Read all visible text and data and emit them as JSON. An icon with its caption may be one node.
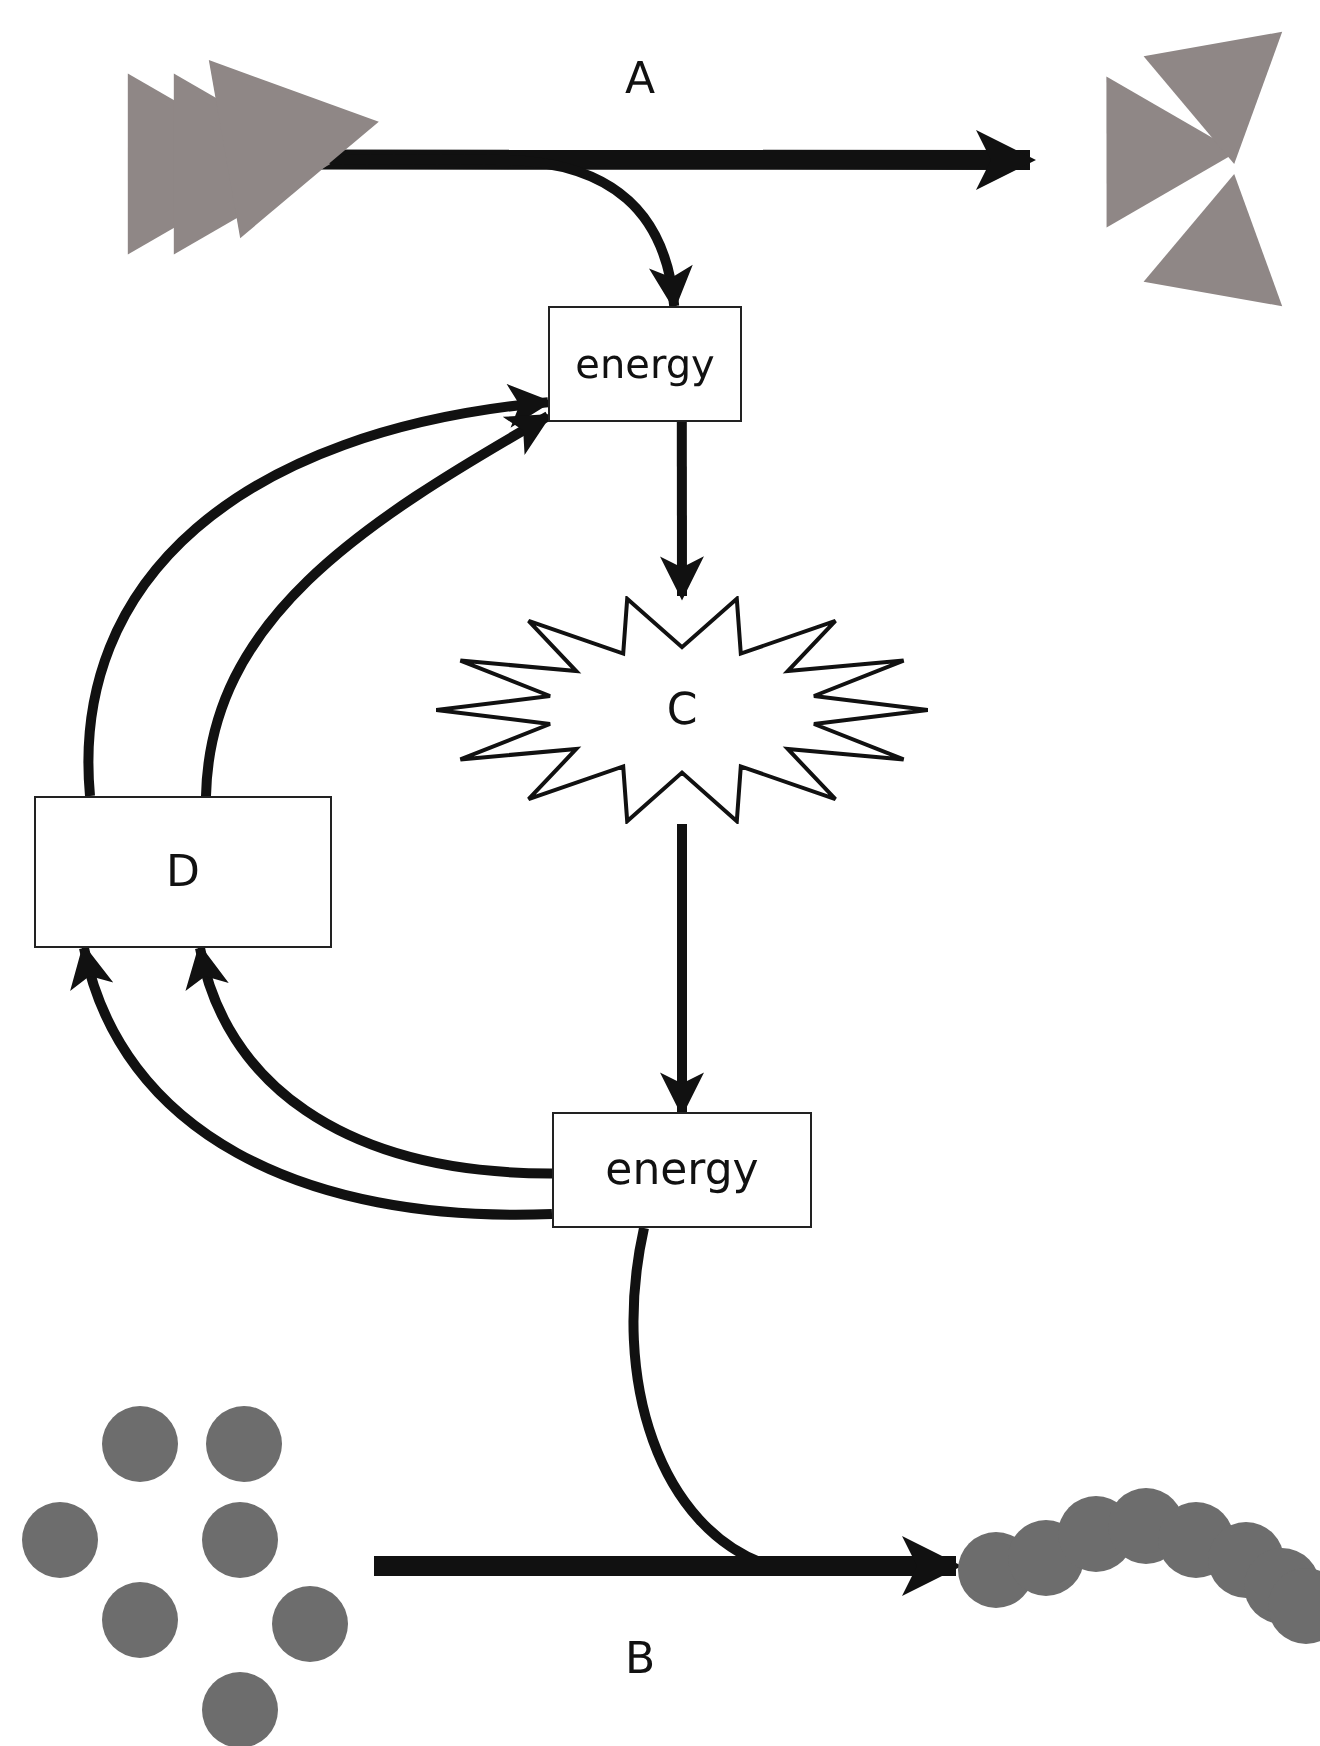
{
  "diagram": {
    "nodes": [
      {
        "text": [],
        "shape": "triangle"
      },
      {
        "text": [],
        "shape": "triangle"
      },
      {
        "text": [
          "energy"
        ]
      },
      {
        "text": [
          "C"
        ]
      },
      {
        "text": [
          "energy"
        ]
      },
      {
        "text": [
          "D"
        ]
      },
      {
        "text": [],
        "shape": "circle"
      },
      {
        "text": [],
        "shape": "circle"
      }
    ],
    "edges": [
      {
        "from": 0,
        "to": 1,
        "arrow": "to",
        "label": "A",
        "style": "thick"
      },
      {
        "from": 0,
        "to": 2,
        "arrow": "to"
      },
      {
        "from": 2,
        "to": 3,
        "arrow": "to"
      },
      {
        "from": 3,
        "to": 4,
        "arrow": "to"
      },
      {
        "from": 5,
        "to": 2,
        "arrow": "to"
      },
      {
        "from": 5,
        "to": 2,
        "arrow": "to"
      },
      {
        "from": 4,
        "to": 5,
        "arrow": "to"
      },
      {
        "from": 4,
        "to": 5,
        "arrow": "to"
      },
      {
        "from": 4,
        "to": 7,
        "arrow": "to"
      },
      {
        "from": 6,
        "to": 7,
        "arrow": "to",
        "label": "B",
        "style": "thick"
      }
    ]
  }
}
